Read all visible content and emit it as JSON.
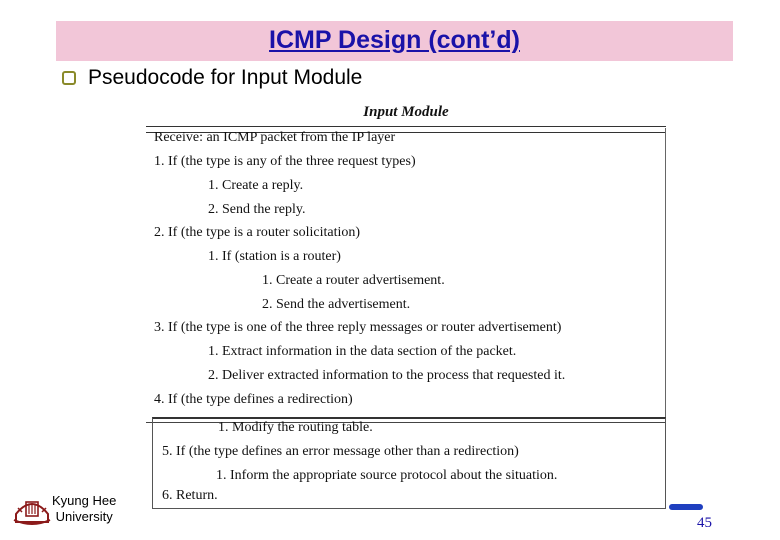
{
  "slide": {
    "title": "ICMP Design (cont’d)",
    "bullet": "Pseudocode for Input Module",
    "page_number": "45",
    "university_line1": "Kyung Hee",
    "university_line2": "University"
  },
  "figure": {
    "title": "Input Module",
    "lines": [
      "Receive: an ICMP packet from the IP layer",
      "1. If (the type is any of the three request types)",
      "1.  Create a reply.",
      "2.  Send the reply.",
      "2. If (the type is a router solicitation)",
      "1. If (station is a router)",
      "1. Create a router advertisement.",
      "2. Send the advertisement.",
      "3. If (the type is one of the three reply messages or router advertisement)",
      "1.  Extract information in the data section of the packet.",
      "2.  Deliver extracted information to the process that requested it.",
      "4. If (the type defines a redirection)",
      "1.  Modify the routing table.",
      "5. If (the type defines an error message other than a redirection)",
      "1.  Inform the appropriate source protocol about the situation.",
      "6.  Return."
    ]
  },
  "colors": {
    "title_bar": "#f2c6d8",
    "title_text": "#1a12a8",
    "accent_bar": "#1f3fbf"
  }
}
